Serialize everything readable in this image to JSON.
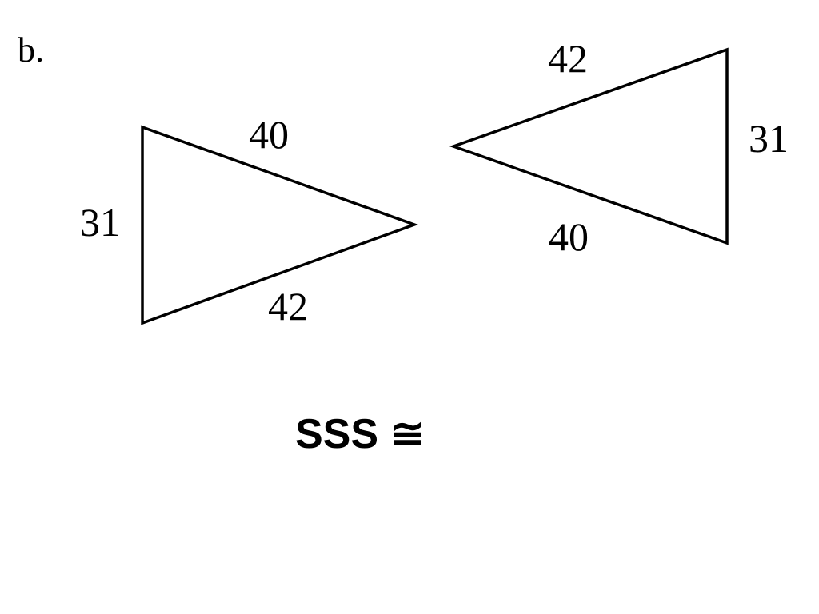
{
  "part_label": "b.",
  "triangle_left": {
    "sides": {
      "left": "31",
      "top": "40",
      "bottom": "42"
    }
  },
  "triangle_right": {
    "sides": {
      "top": "42",
      "right": "31",
      "bottom": "40"
    }
  },
  "caption": "SSS ≅"
}
